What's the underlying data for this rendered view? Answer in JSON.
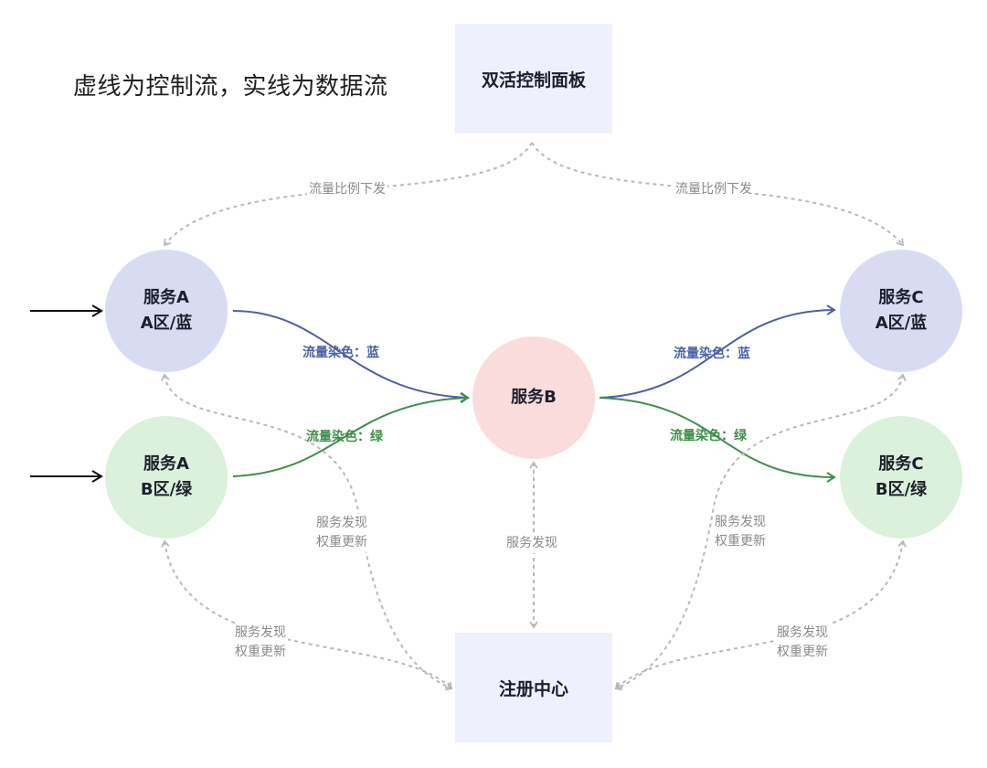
{
  "legend_note": "虚线为控制流，实线为数据流",
  "boxes": {
    "control_panel": "双活控制面板",
    "registry": "注册中心"
  },
  "nodes": {
    "service_a_blue": {
      "line1": "服务A",
      "line2": "A区/蓝"
    },
    "service_a_green": {
      "line1": "服务A",
      "line2": "B区/绿"
    },
    "service_b": {
      "line1": "服务B"
    },
    "service_c_blue": {
      "line1": "服务C",
      "line2": "A区/蓝"
    },
    "service_c_green": {
      "line1": "服务C",
      "line2": "B区/绿"
    }
  },
  "edge_labels": {
    "ratio_left": "流量比例下发",
    "ratio_right": "流量比例下发",
    "dye_blue_left": "流量染色：蓝",
    "dye_green_left": "流量染色：绿",
    "dye_blue_right": "流量染色：蓝",
    "dye_green_right": "流量染色：绿",
    "discovery_center": "服务发现",
    "discovery_inner_left": {
      "line1": "服务发现",
      "line2": "权重更新"
    },
    "discovery_outer_left": {
      "line1": "服务发现",
      "line2": "权重更新"
    },
    "discovery_inner_right": {
      "line1": "服务发现",
      "line2": "权重更新"
    },
    "discovery_outer_right": {
      "line1": "服务发现",
      "line2": "权重更新"
    }
  },
  "colors": {
    "blue_flow": "#4f5fa3",
    "green_flow": "#3f8f4a",
    "control_flow": "#b9b9b9",
    "input_arrow": "#111111"
  }
}
